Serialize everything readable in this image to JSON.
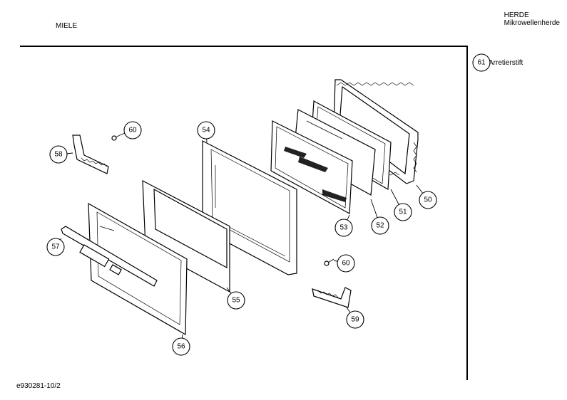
{
  "header": {
    "brand": "MIELE",
    "category_line1": "HERDE",
    "category_line2": "Mikrowellenherde"
  },
  "legend": {
    "number": "61",
    "label": "Arretierstift"
  },
  "footer": {
    "document_id": "e930281-10/2"
  },
  "callouts": [
    "50",
    "51",
    "52",
    "53",
    "54",
    "55",
    "56",
    "57",
    "58",
    "59",
    "60",
    "60"
  ]
}
